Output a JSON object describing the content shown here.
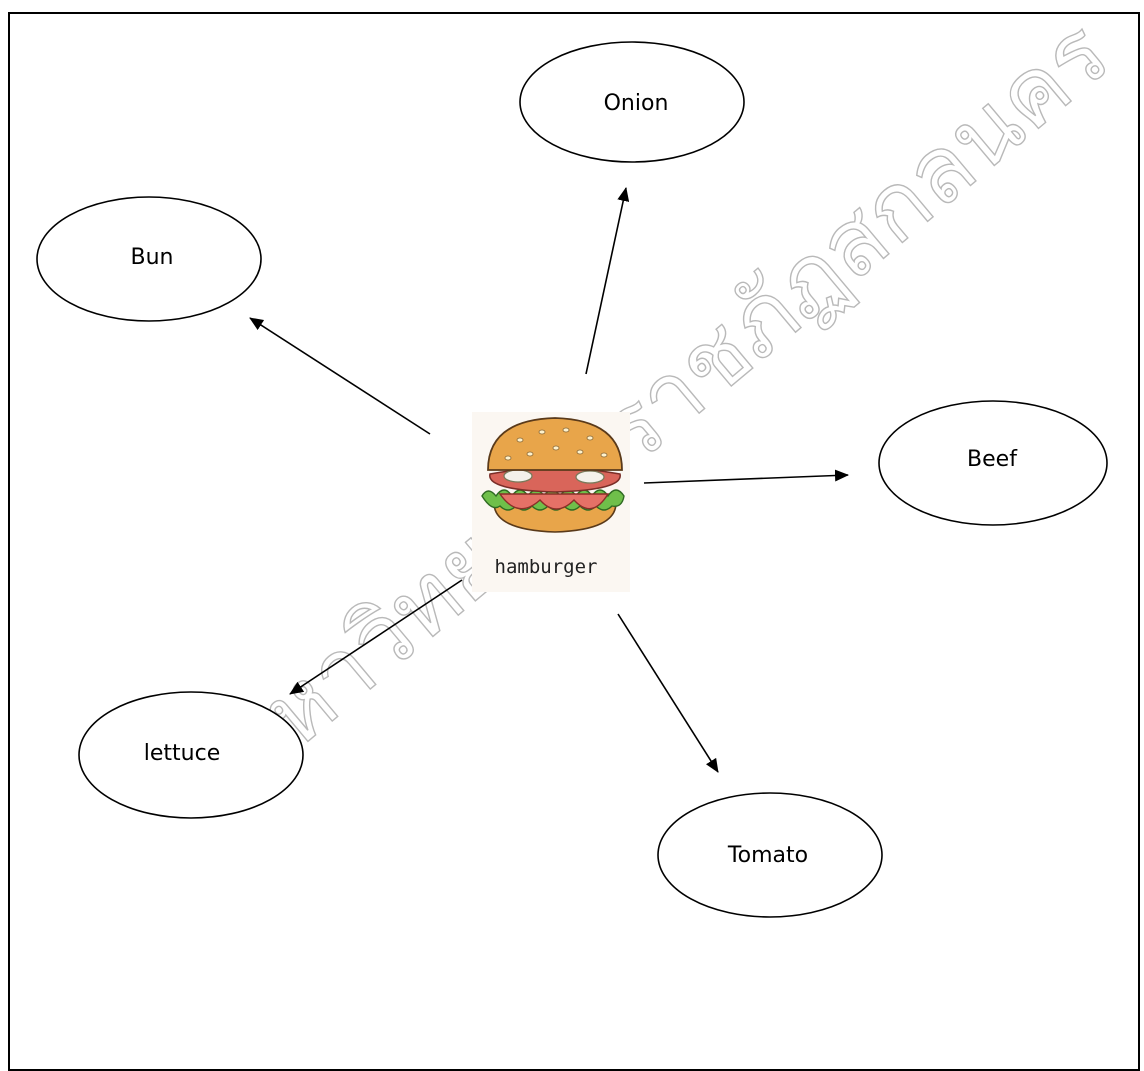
{
  "center": {
    "label": "hamburger",
    "icon": "hamburger-icon"
  },
  "nodes": [
    {
      "id": "onion",
      "label": "Onion"
    },
    {
      "id": "bun",
      "label": "Bun"
    },
    {
      "id": "beef",
      "label": "Beef"
    },
    {
      "id": "lettuce",
      "label": "lettuce"
    },
    {
      "id": "tomato",
      "label": "Tomato"
    }
  ],
  "watermark": {
    "text": "มหาวิทยาลัยราชภัฏสกลนคร"
  },
  "colors": {
    "stroke": "#000000",
    "bun": "#e8a54a",
    "patty": "#d9655a",
    "lettuce": "#6fbf4a"
  }
}
